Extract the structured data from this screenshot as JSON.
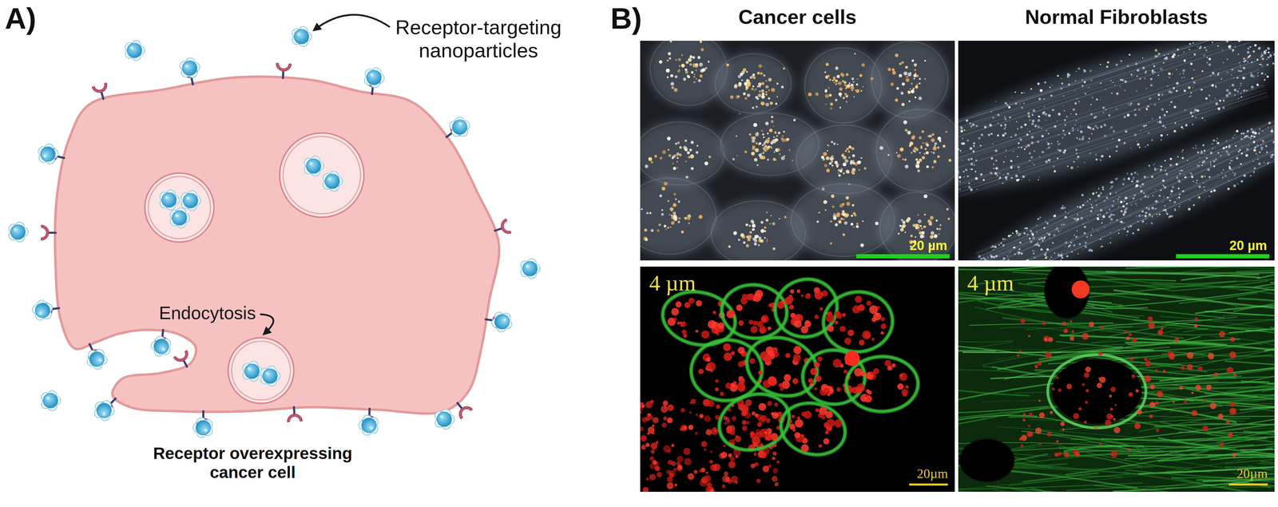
{
  "diagram": {
    "nodes": [
      {
        "text": [
          "Endocytosis",
          "Receptor overexpressing cancer cell"
        ]
      },
      {
        "text": [
          "20 µm"
        ]
      },
      {
        "text": [
          "20 µm"
        ]
      },
      {
        "text": [
          "4 µm",
          "20µm"
        ]
      },
      {
        "text": [
          "4 µm",
          "20µm"
        ]
      }
    ],
    "labels": [
      "A)",
      "Receptor-targeting nanoparticles",
      "B)",
      "Cancer cells",
      "Normal Fibroblasts"
    ]
  }
}
